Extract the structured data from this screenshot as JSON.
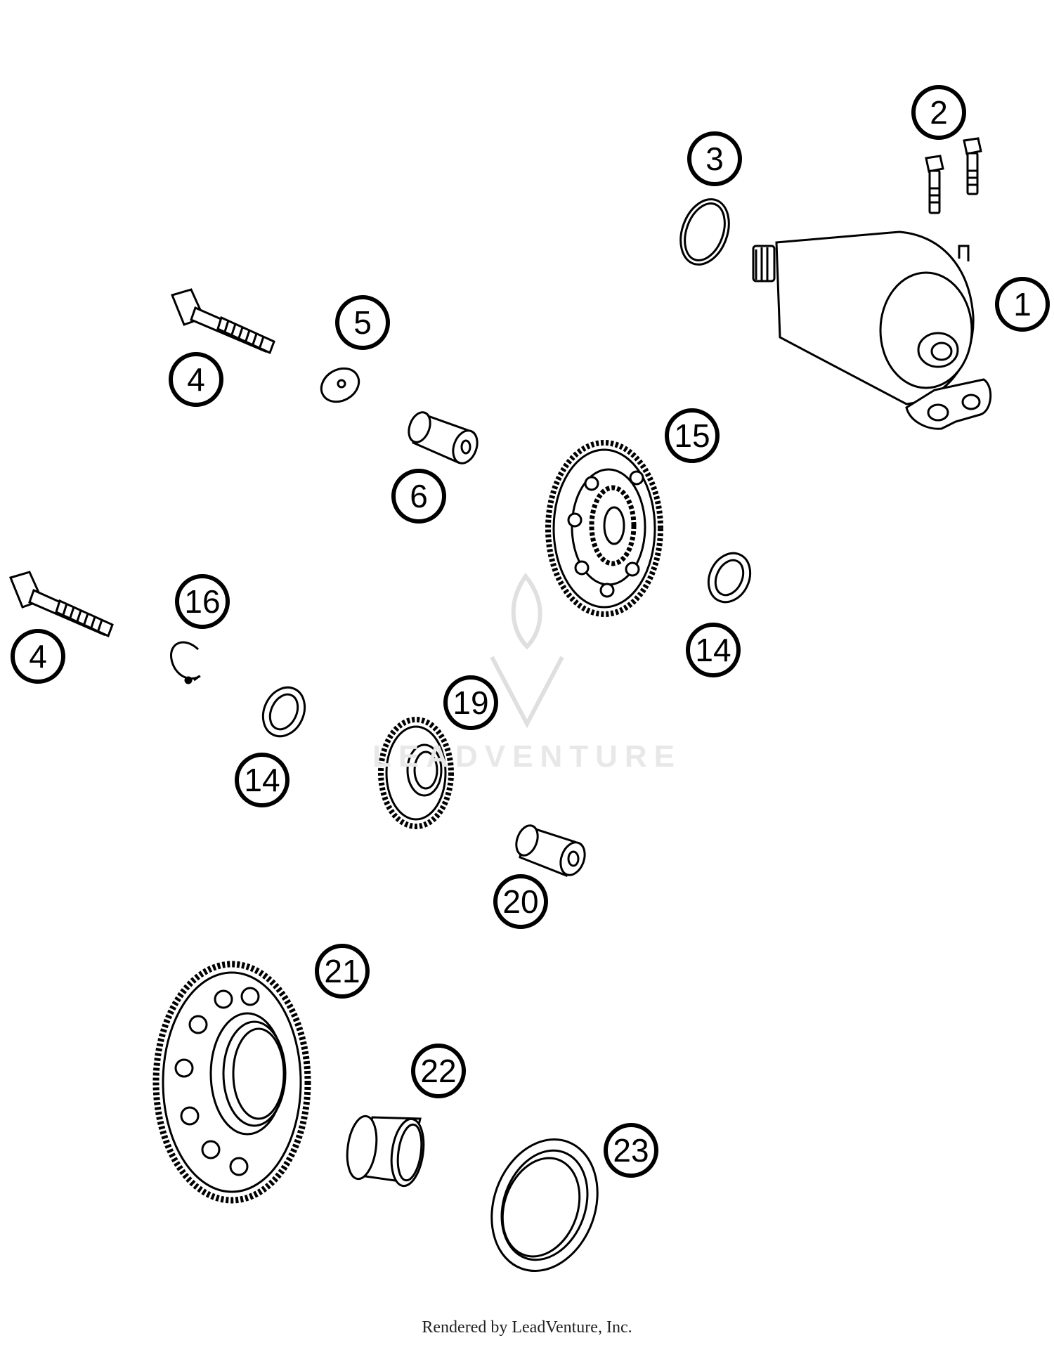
{
  "callouts": [
    {
      "id": "c1",
      "text": "1"
    },
    {
      "id": "c2",
      "text": "2"
    },
    {
      "id": "c3",
      "text": "3"
    },
    {
      "id": "c4a",
      "text": "4"
    },
    {
      "id": "c4b",
      "text": "4"
    },
    {
      "id": "c5",
      "text": "5"
    },
    {
      "id": "c6",
      "text": "6"
    },
    {
      "id": "c14a",
      "text": "14"
    },
    {
      "id": "c14b",
      "text": "14"
    },
    {
      "id": "c15",
      "text": "15"
    },
    {
      "id": "c16",
      "text": "16"
    },
    {
      "id": "c19",
      "text": "19"
    },
    {
      "id": "c20",
      "text": "20"
    },
    {
      "id": "c21",
      "text": "21"
    },
    {
      "id": "c22",
      "text": "22"
    },
    {
      "id": "c23",
      "text": "23"
    }
  ],
  "watermark": "LEADVENTURE",
  "footer": "Rendered by LeadVenture, Inc."
}
